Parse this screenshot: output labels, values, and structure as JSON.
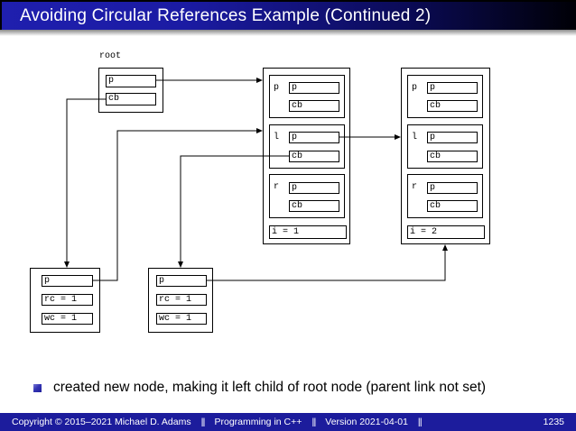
{
  "title": "Avoiding Circular References Example (Continued 2)",
  "colors": {
    "header_blue": "#1f1fae",
    "header_fade": "#000006",
    "footer_blue": "#1c1c9c",
    "bullet_blue": "#3535b4",
    "text": "#000000",
    "title_text": "#ffffff"
  },
  "diagram": {
    "root": {
      "label": "root",
      "fields": [
        "p",
        "cb"
      ]
    },
    "node1": {
      "sections": [
        {
          "label": "p",
          "fields": [
            "p",
            "cb"
          ]
        },
        {
          "label": "l",
          "fields": [
            "p",
            "cb"
          ]
        },
        {
          "label": "r",
          "fields": [
            "p",
            "cb"
          ]
        }
      ],
      "info": "i = 1"
    },
    "node2": {
      "sections": [
        {
          "label": "p",
          "fields": [
            "p",
            "cb"
          ]
        },
        {
          "label": "l",
          "fields": [
            "p",
            "cb"
          ]
        },
        {
          "label": "r",
          "fields": [
            "p",
            "cb"
          ]
        }
      ],
      "info": "i = 2"
    },
    "cb1": {
      "fields": [
        "p",
        "rc = 1",
        "wc = 1"
      ]
    },
    "cb2": {
      "fields": [
        "p",
        "rc = 1",
        "wc = 1"
      ]
    },
    "links": [
      {
        "from": "root.p",
        "to": "node1"
      },
      {
        "from": "root.cb",
        "to": "cb1"
      },
      {
        "from": "cb1.p",
        "to": "node1"
      },
      {
        "from": "node1.l.p",
        "to": "node2"
      },
      {
        "from": "node1.l.cb",
        "to": "cb2"
      },
      {
        "from": "cb2.p",
        "to": "node2"
      }
    ]
  },
  "bullet": {
    "text": "created new node, making it left child of root node (parent link not set)"
  },
  "footer": {
    "copyright": "Copyright © 2015–2021 Michael D. Adams",
    "course": "Programming in C++",
    "version": "Version 2021-04-01",
    "separator": "||",
    "page": "1235"
  }
}
